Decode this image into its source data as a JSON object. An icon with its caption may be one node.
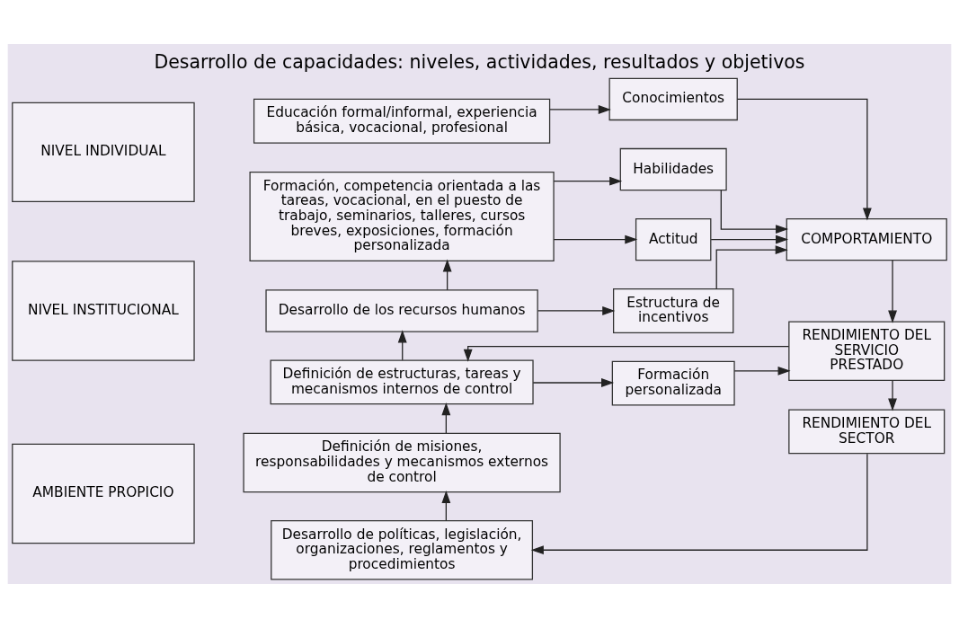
{
  "diagram": {
    "title": "Desarrollo de capacidades: niveles, actividades, resultados y objetivos",
    "nodes": [
      {
        "text": [
          "NIVEL INDIVIDUAL"
        ]
      },
      {
        "text": [
          "NIVEL INSTITUCIONAL"
        ]
      },
      {
        "text": [
          "AMBIENTE PROPICIO"
        ]
      },
      {
        "text": [
          "Educación formal/informal, experiencia básica, vocacional, profesional"
        ]
      },
      {
        "text": [
          "Conocimientos"
        ]
      },
      {
        "text": [
          "Formación, competencia orientada a las tareas, vocacional, en el puesto de trabajo, seminarios, talleres, cursos breves, exposiciones, formación personalizada"
        ]
      },
      {
        "text": [
          "Habilidades"
        ]
      },
      {
        "text": [
          "Actitud"
        ]
      },
      {
        "text": [
          "Desarrollo de los recursos humanos"
        ]
      },
      {
        "text": [
          "Estructura de incentivos"
        ]
      },
      {
        "text": [
          "Definición de estructuras, tareas y mecanismos internos de control"
        ]
      },
      {
        "text": [
          "Formación personalizada"
        ]
      },
      {
        "text": [
          "COMPORTAMIENTO"
        ]
      },
      {
        "text": [
          "RENDIMIENTO DEL SERVICIO PRESTADO"
        ]
      },
      {
        "text": [
          "Definición de misiones, responsabilidades y mecanismos externos de control"
        ]
      },
      {
        "text": [
          "Desarrollo de políticas, legislación, organizaciones, reglamentos y procedimientos"
        ]
      },
      {
        "text": [
          "RENDIMIENTO DEL SECTOR"
        ]
      }
    ],
    "edges": [
      {
        "from": 3,
        "to": 4,
        "arrow": "to"
      },
      {
        "from": 5,
        "to": 6,
        "arrow": "to"
      },
      {
        "from": 5,
        "to": 7,
        "arrow": "to"
      },
      {
        "from": 8,
        "to": 5,
        "arrow": "to"
      },
      {
        "from": 8,
        "to": 9,
        "arrow": "to"
      },
      {
        "from": 10,
        "to": 8,
        "arrow": "to"
      },
      {
        "from": 10,
        "to": 11,
        "arrow": "to"
      },
      {
        "from": 4,
        "to": 12,
        "arrow": "to"
      },
      {
        "from": 6,
        "to": 12,
        "arrow": "to"
      },
      {
        "from": 7,
        "to": 12,
        "arrow": "to"
      },
      {
        "from": 9,
        "to": 12,
        "arrow": "to"
      },
      {
        "from": 12,
        "to": 13,
        "arrow": "to"
      },
      {
        "from": 11,
        "to": 13,
        "arrow": "to"
      },
      {
        "from": 13,
        "to": 10,
        "arrow": "to"
      },
      {
        "from": 14,
        "to": 10,
        "arrow": "to"
      },
      {
        "from": 15,
        "to": 14,
        "arrow": "to"
      },
      {
        "from": 13,
        "to": 16,
        "arrow": "to"
      },
      {
        "from": 16,
        "to": 15,
        "arrow": "to"
      }
    ]
  }
}
